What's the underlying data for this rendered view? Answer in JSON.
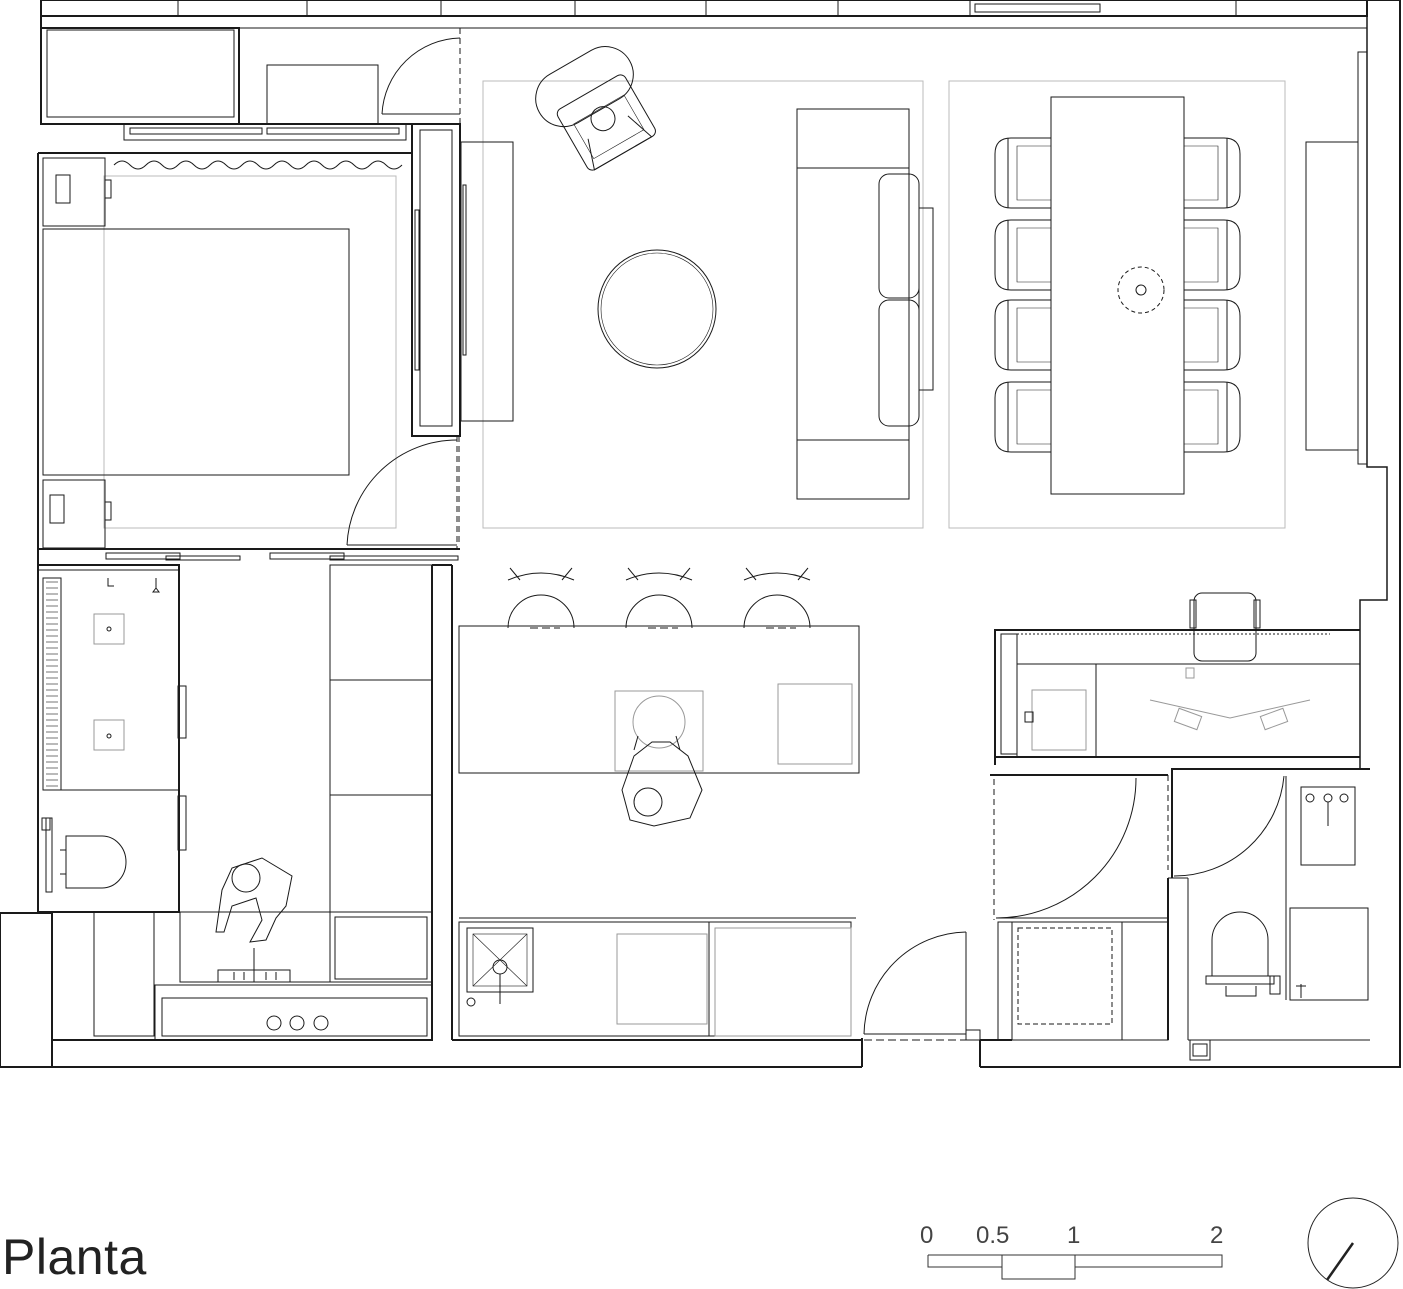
{
  "title": "Planta",
  "scale_bar": {
    "labels": [
      "0",
      "0.5",
      "1",
      "2"
    ]
  },
  "icons": {
    "north_arrow": "north-arrow-icon"
  },
  "colors": {
    "line": "#1a1a1a",
    "thin_line": "#555555",
    "faint_line": "#bbbbbb",
    "background": "#ffffff"
  }
}
